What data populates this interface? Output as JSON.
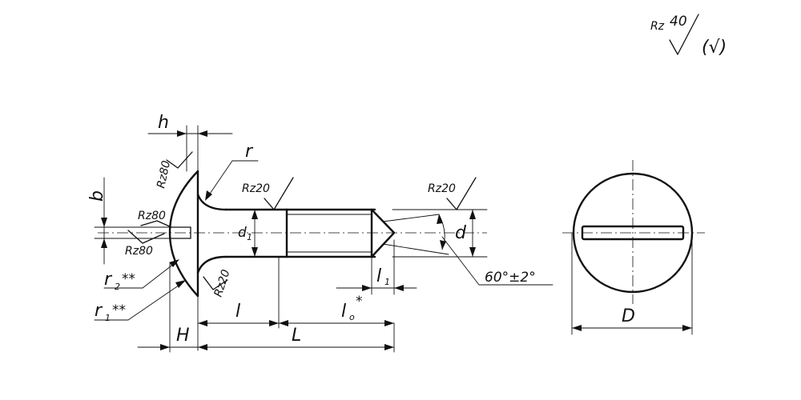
{
  "roughness": {
    "general": {
      "label": "Rz",
      "value": "40",
      "paren": "(√)"
    },
    "head_top": "Rz80",
    "slot_upper": "Rz80",
    "slot_lower": "Rz80",
    "head_bottom": "Rz20",
    "shank": "Rz20",
    "thread": "Rz20"
  },
  "dimensions": {
    "h": "h",
    "b": "b",
    "r": "r",
    "r2": "r",
    "r2_sub": "2",
    "r2_mark": "**",
    "r1": "r",
    "r1_sub": "1",
    "r1_mark": "**",
    "d1": "d",
    "d1_sub": "1",
    "d": "d",
    "l": "l",
    "l0": "l",
    "l0_sub": "o",
    "l0_mark": "*",
    "l1": "l",
    "l1_sub": "1",
    "H": "H",
    "L": "L",
    "D": "D",
    "angle": "60°±2°"
  }
}
